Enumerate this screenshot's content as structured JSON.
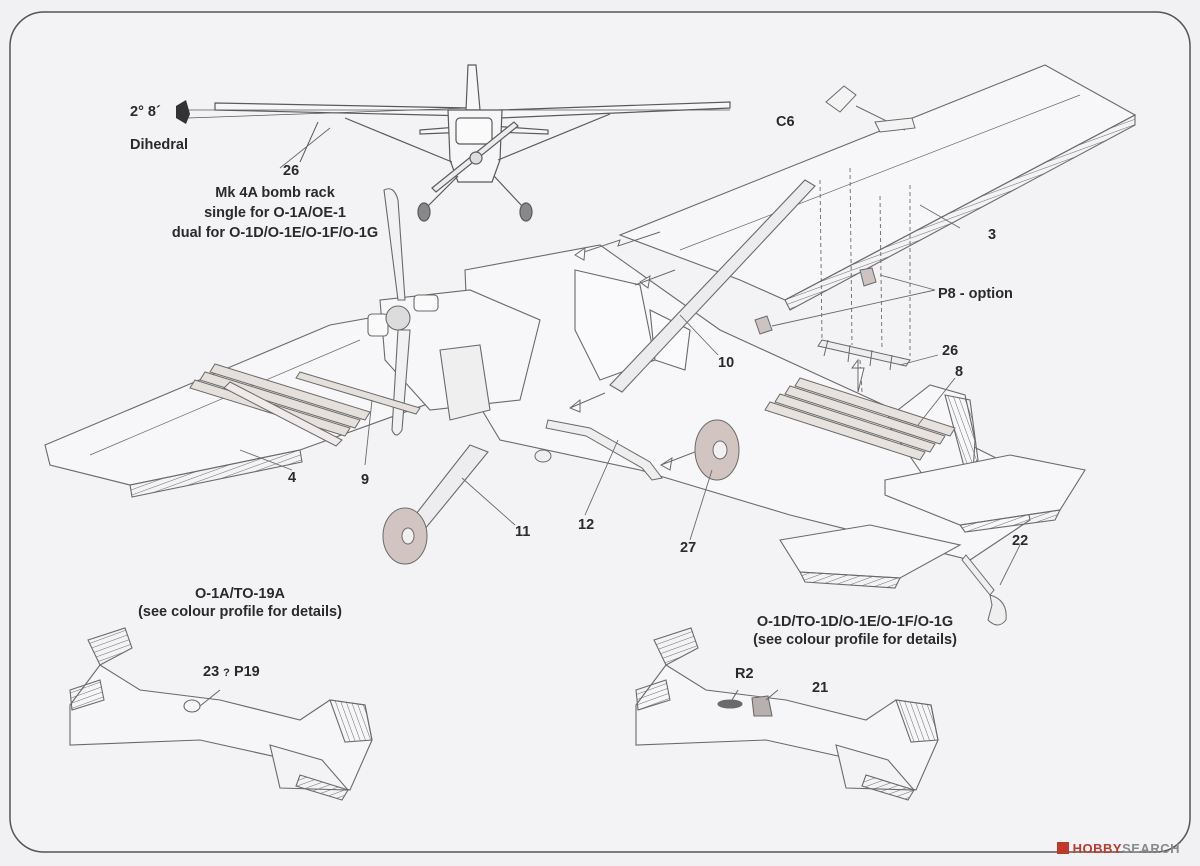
{
  "colors": {
    "background": "#f1f1f4",
    "line": "#5a5a5a",
    "part_highlight": "#d9cfcf",
    "wheel": "#d2c4c0",
    "label_text": "#2a2a2a"
  },
  "top_view": {
    "dihedral_angle": "2° 8´",
    "dihedral_label": "Dihedral",
    "rack_part": "26",
    "rack_title": "Mk 4A bomb rack",
    "rack_line1": "single for O-1A/OE-1",
    "rack_line2": "dual for O-1D/O-1E/O-1F/O-1G"
  },
  "main_view": {
    "parts": {
      "c6": "C6",
      "p3": "3",
      "p8opt": "P8 - option",
      "p26": "26",
      "p8": "8",
      "p10": "10",
      "p4": "4",
      "p9": "9",
      "p11": "11",
      "p12": "12",
      "p27": "27",
      "p22": "22"
    }
  },
  "variant_a": {
    "title": "O-1A/TO-19A",
    "subtitle": "(see colour profile for details)",
    "part": "23",
    "alt_glyph": "?",
    "alt_part": "P19"
  },
  "variant_d": {
    "title": "O-1D/TO-1D/O-1E/O-1F/O-1G",
    "subtitle": "(see colour profile for details)",
    "part_r2": "R2",
    "part_21": "21"
  },
  "watermark": {
    "brand_a": "HOBBY",
    "brand_b": "SEARCH"
  }
}
